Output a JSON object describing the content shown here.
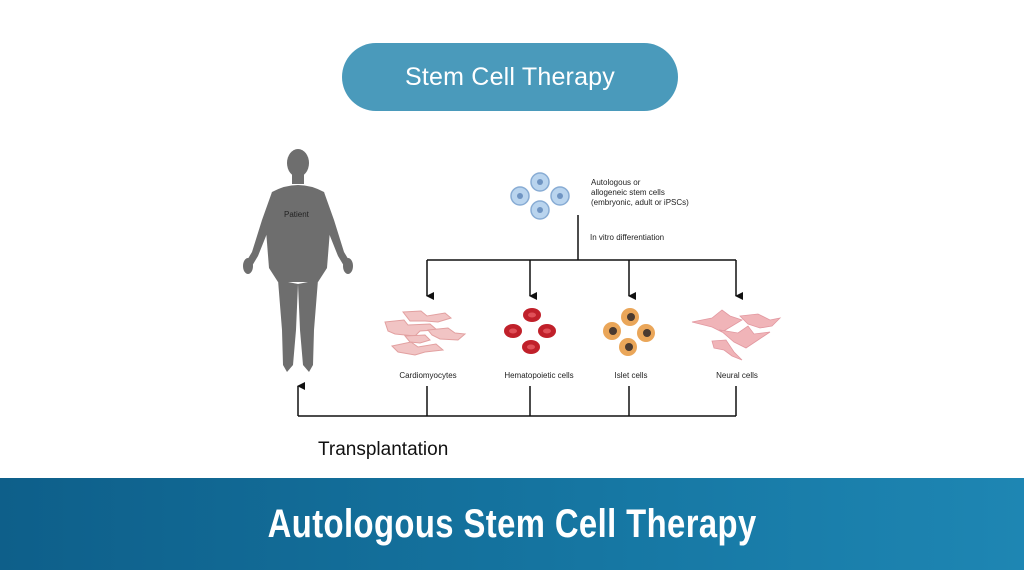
{
  "header": {
    "title": "Stem Cell Therapy"
  },
  "patient": {
    "label": "Patient"
  },
  "source_cells": {
    "label_lines": [
      "Autologous or",
      "allogeneic stem cells",
      "(embryonic, adult or iPSCs)"
    ],
    "process_label": "In vitro differentiation"
  },
  "cell_types": [
    {
      "label": "Cardiomyocytes",
      "color": "#e8a8a8"
    },
    {
      "label": "Hematopoietic cells",
      "color": "#c0202a"
    },
    {
      "label": "Islet cells",
      "color": "#e8a050"
    },
    {
      "label": "Neural cells",
      "color": "#eaa0a6"
    }
  ],
  "transplant_label": "Transplantation",
  "footer": {
    "title": "Autologous Stem Cell Therapy"
  },
  "colors": {
    "pill": "#4a9abb",
    "footer": "#1677a3",
    "silhouette": "#6e6e6e",
    "stem_cell": "#a8c8e8"
  }
}
